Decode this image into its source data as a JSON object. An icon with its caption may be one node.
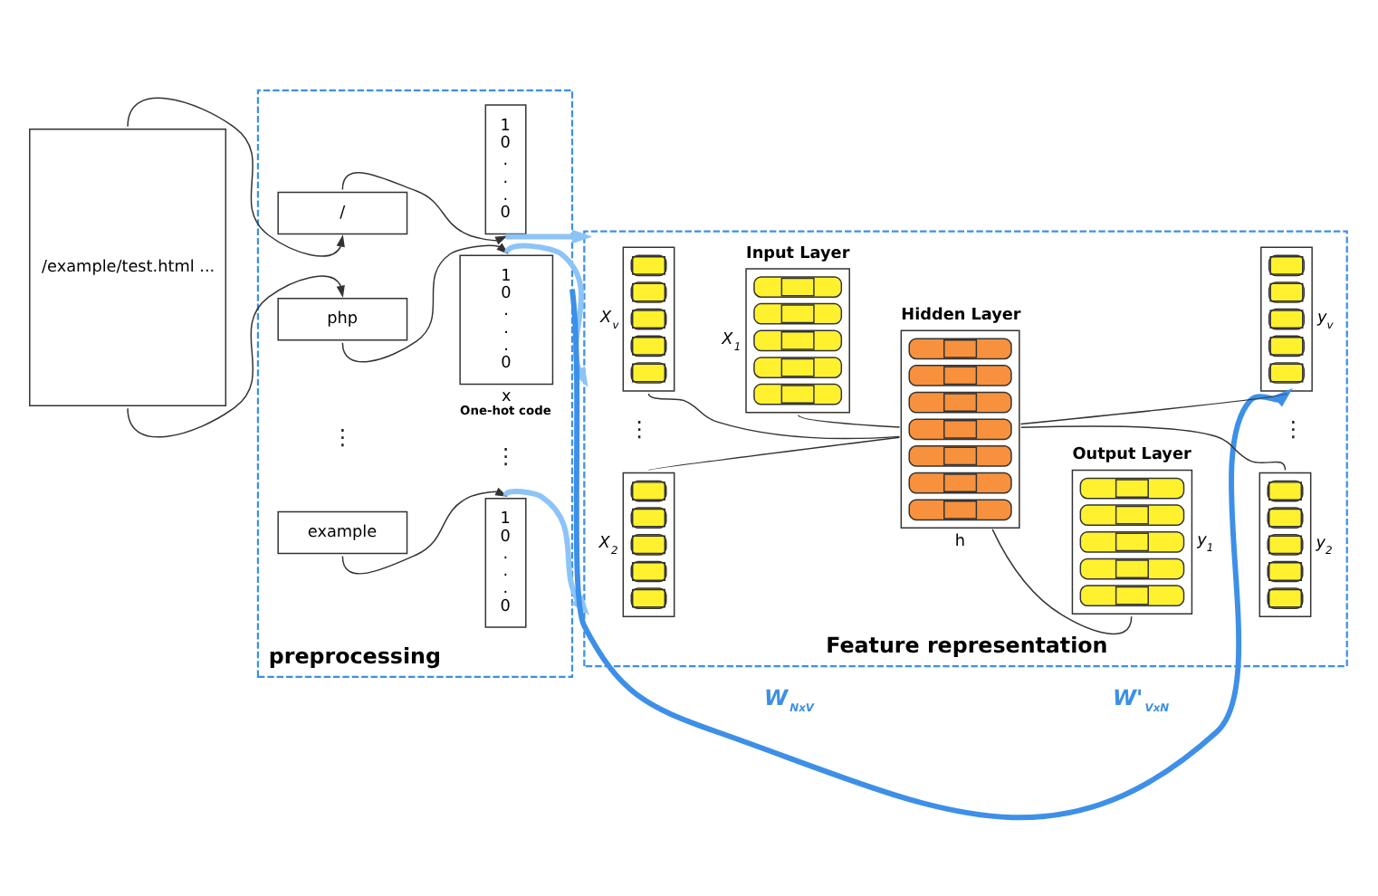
{
  "diagram": {
    "nodes": [
      {
        "text": [
          "preprocessing"
        ]
      },
      {
        "text": [
          "/example/test.html ..."
        ]
      },
      {
        "text": [
          "/"
        ],
        "in": 0
      },
      {
        "text": [
          "example"
        ],
        "in": 0
      },
      {
        "text": [
          "php"
        ],
        "in": 0
      },
      {
        "text": [
          "1 0 . . . 0"
        ],
        "in": 0
      },
      {
        "text": [
          "1 0 . . . 0"
        ],
        "in": 0
      },
      {
        "text": [
          "1 0 . . . 0"
        ],
        "in": 0,
        "beside": [
          "x",
          "One-hot code"
        ]
      },
      {
        "text": [
          "Feature representation"
        ]
      },
      {
        "text": [],
        "shape": "bar",
        "in": 8,
        "beside": [
          "Input Layer",
          "X$_{1}$"
        ]
      },
      {
        "text": [],
        "shape": "bar",
        "in": 8,
        "beside": [
          "X$_{2}$"
        ]
      },
      {
        "text": [],
        "shape": "bar",
        "in": 8,
        "beside": [
          "X$_{v}$"
        ]
      },
      {
        "text": [],
        "shape": "bar",
        "in": 8,
        "beside": [
          "Hidden Layer",
          "h"
        ]
      },
      {
        "text": [],
        "shape": "bar",
        "in": 8,
        "beside": [
          "Output Layer",
          "y$_{1}$"
        ]
      },
      {
        "text": [],
        "shape": "bar",
        "in": 8,
        "beside": [
          "y$_{2}$"
        ]
      },
      {
        "text": [],
        "shape": "bar",
        "in": 8,
        "beside": [
          "y$_{v}$"
        ]
      }
    ],
    "edges": [
      {
        "from": 1,
        "to": 2,
        "arrow": "to"
      },
      {
        "from": 1,
        "to": 4,
        "arrow": "to"
      },
      {
        "from": 2,
        "to": 5,
        "arrow": "to"
      },
      {
        "from": 3,
        "to": 6,
        "arrow": "to"
      },
      {
        "from": 4,
        "to": 7,
        "arrow": "to"
      },
      {
        "from": 5,
        "to": 8,
        "arrow": "to",
        "style": "thick",
        "color": "#8cc4f7"
      },
      {
        "from": 6,
        "to": 8,
        "arrow": "to",
        "style": "thick",
        "color": "#8cc4f7"
      },
      {
        "from": 7,
        "to": 8,
        "arrow": "to",
        "style": "thick",
        "color": "#8cc4f7"
      },
      {
        "from": 9,
        "to": 12,
        "arrow": "none"
      },
      {
        "from": 10,
        "to": 12,
        "arrow": "none"
      },
      {
        "from": 11,
        "to": 12,
        "arrow": "none"
      },
      {
        "from": 12,
        "to": 13,
        "arrow": "none"
      },
      {
        "from": 12,
        "to": 14,
        "arrow": "none"
      },
      {
        "from": 12,
        "to": 15,
        "arrow": "none"
      },
      {
        "from": 0,
        "to": 15,
        "arrow": "to",
        "style": "thick",
        "color": "#3d8fe8"
      }
    ],
    "labels": [
      "⋮",
      "⋮",
      "⋮",
      "⋮",
      "W$_{NxV}$",
      "W'$_{VxN}$"
    ]
  }
}
